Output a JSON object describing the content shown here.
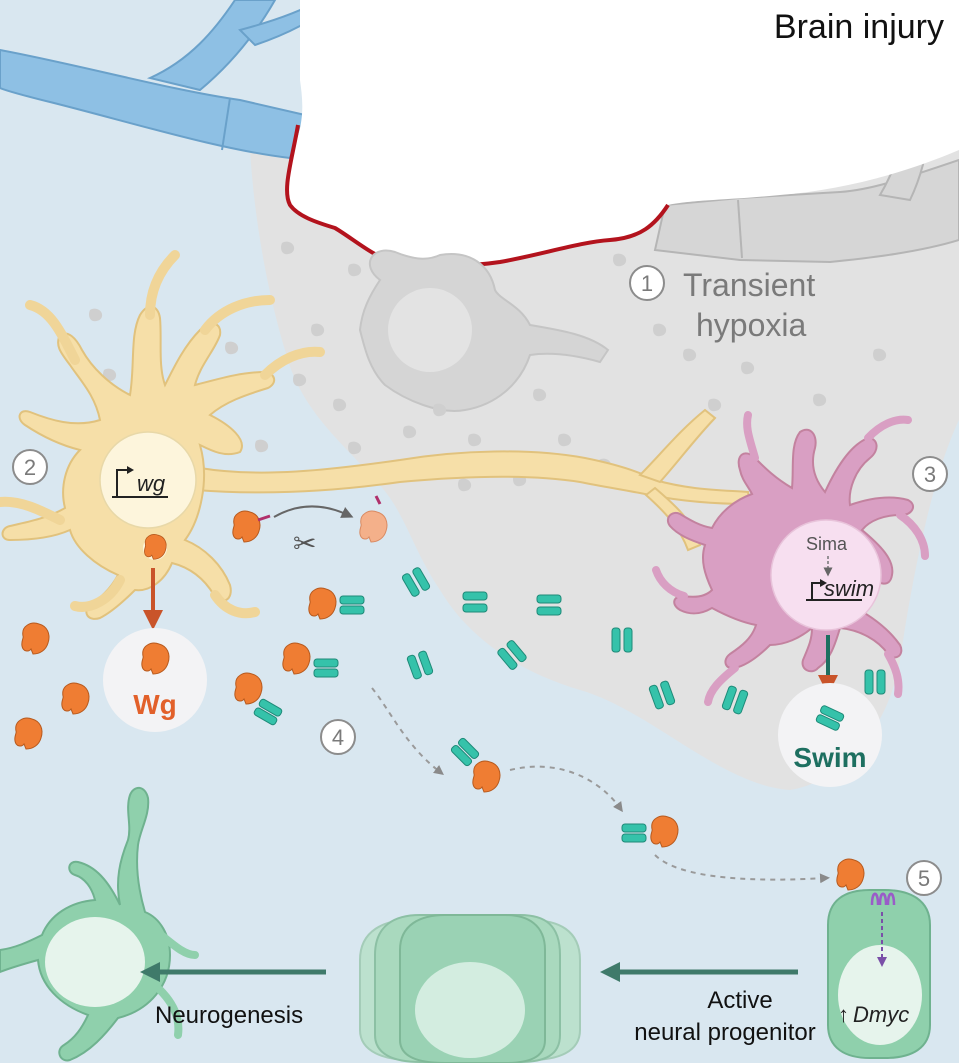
{
  "title": "Brain injury",
  "steps": {
    "s1": {
      "num": "1",
      "line1": "Transient",
      "line2": "hypoxia"
    },
    "s2": {
      "num": "2"
    },
    "s3": {
      "num": "3"
    },
    "s4": {
      "num": "4"
    },
    "s5": {
      "num": "5"
    }
  },
  "neuron": {
    "gene": "wg",
    "protein": "Wg"
  },
  "glia": {
    "factor": "Sima",
    "gene": "swim",
    "protein": "Swim"
  },
  "progenitor": {
    "gene_prefix": "↑",
    "gene": "Dmyc"
  },
  "labels": {
    "neurogenesis": "Neurogenesis",
    "active_line1": "Active",
    "active_line2": "neural progenitor"
  },
  "colors": {
    "tissue_blue": "#d9e7f0",
    "hypoxic_gray": "#e2e2e2",
    "vessel_blue": "#8ec0e4",
    "injury_red": "#b3131d",
    "neuron_yellow": "#f6dfa8",
    "glia_pink": "#d99fc3",
    "wg_orange": "#ef7d33",
    "swim_teal": "#35c2aa",
    "swim_text": "#1d6f60",
    "progenitor_green": "#8fd0ac",
    "arrow_green": "#3f7a6a"
  }
}
